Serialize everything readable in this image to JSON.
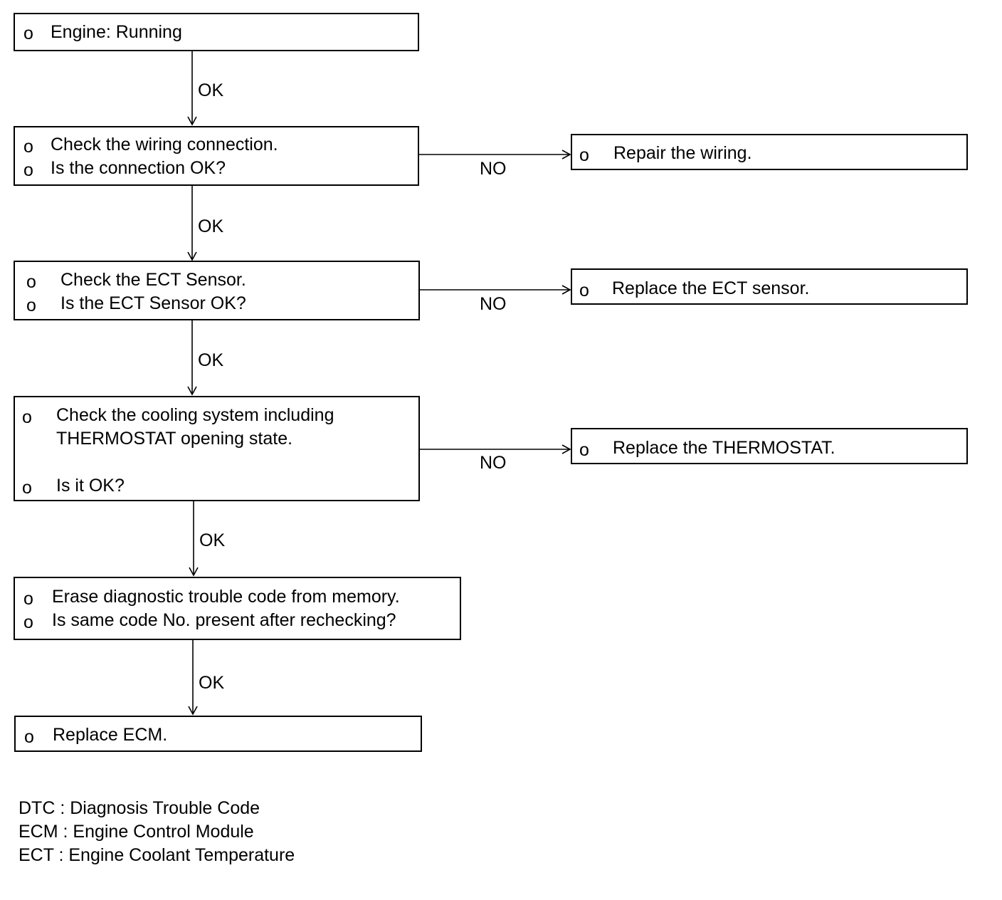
{
  "bullet": "o",
  "steps": {
    "engine": {
      "lines": [
        "Engine: Running"
      ]
    },
    "wiring": {
      "lines": [
        "Check the wiring connection.",
        "Is the connection OK?"
      ]
    },
    "ect": {
      "lines": [
        "Check the ECT Sensor.",
        "Is the ECT Sensor OK?"
      ]
    },
    "cooling": {
      "lines": [
        "Check the cooling system including",
        "THERMOSTAT opening state.",
        "Is it OK?"
      ]
    },
    "erase": {
      "lines": [
        "Erase diagnostic trouble code from memory.",
        "Is same code No. present after rechecking?"
      ]
    },
    "ecm": {
      "lines": [
        "Replace ECM."
      ]
    }
  },
  "actions": {
    "repair_wiring": "Repair the wiring.",
    "replace_ect": "Replace the ECT sensor.",
    "replace_thermostat": "Replace the THERMOSTAT."
  },
  "labels": {
    "ok": "OK",
    "no": "NO"
  },
  "legend": [
    "DTC : Diagnosis Trouble Code",
    "ECM : Engine Control Module",
    "ECT : Engine Coolant Temperature"
  ]
}
